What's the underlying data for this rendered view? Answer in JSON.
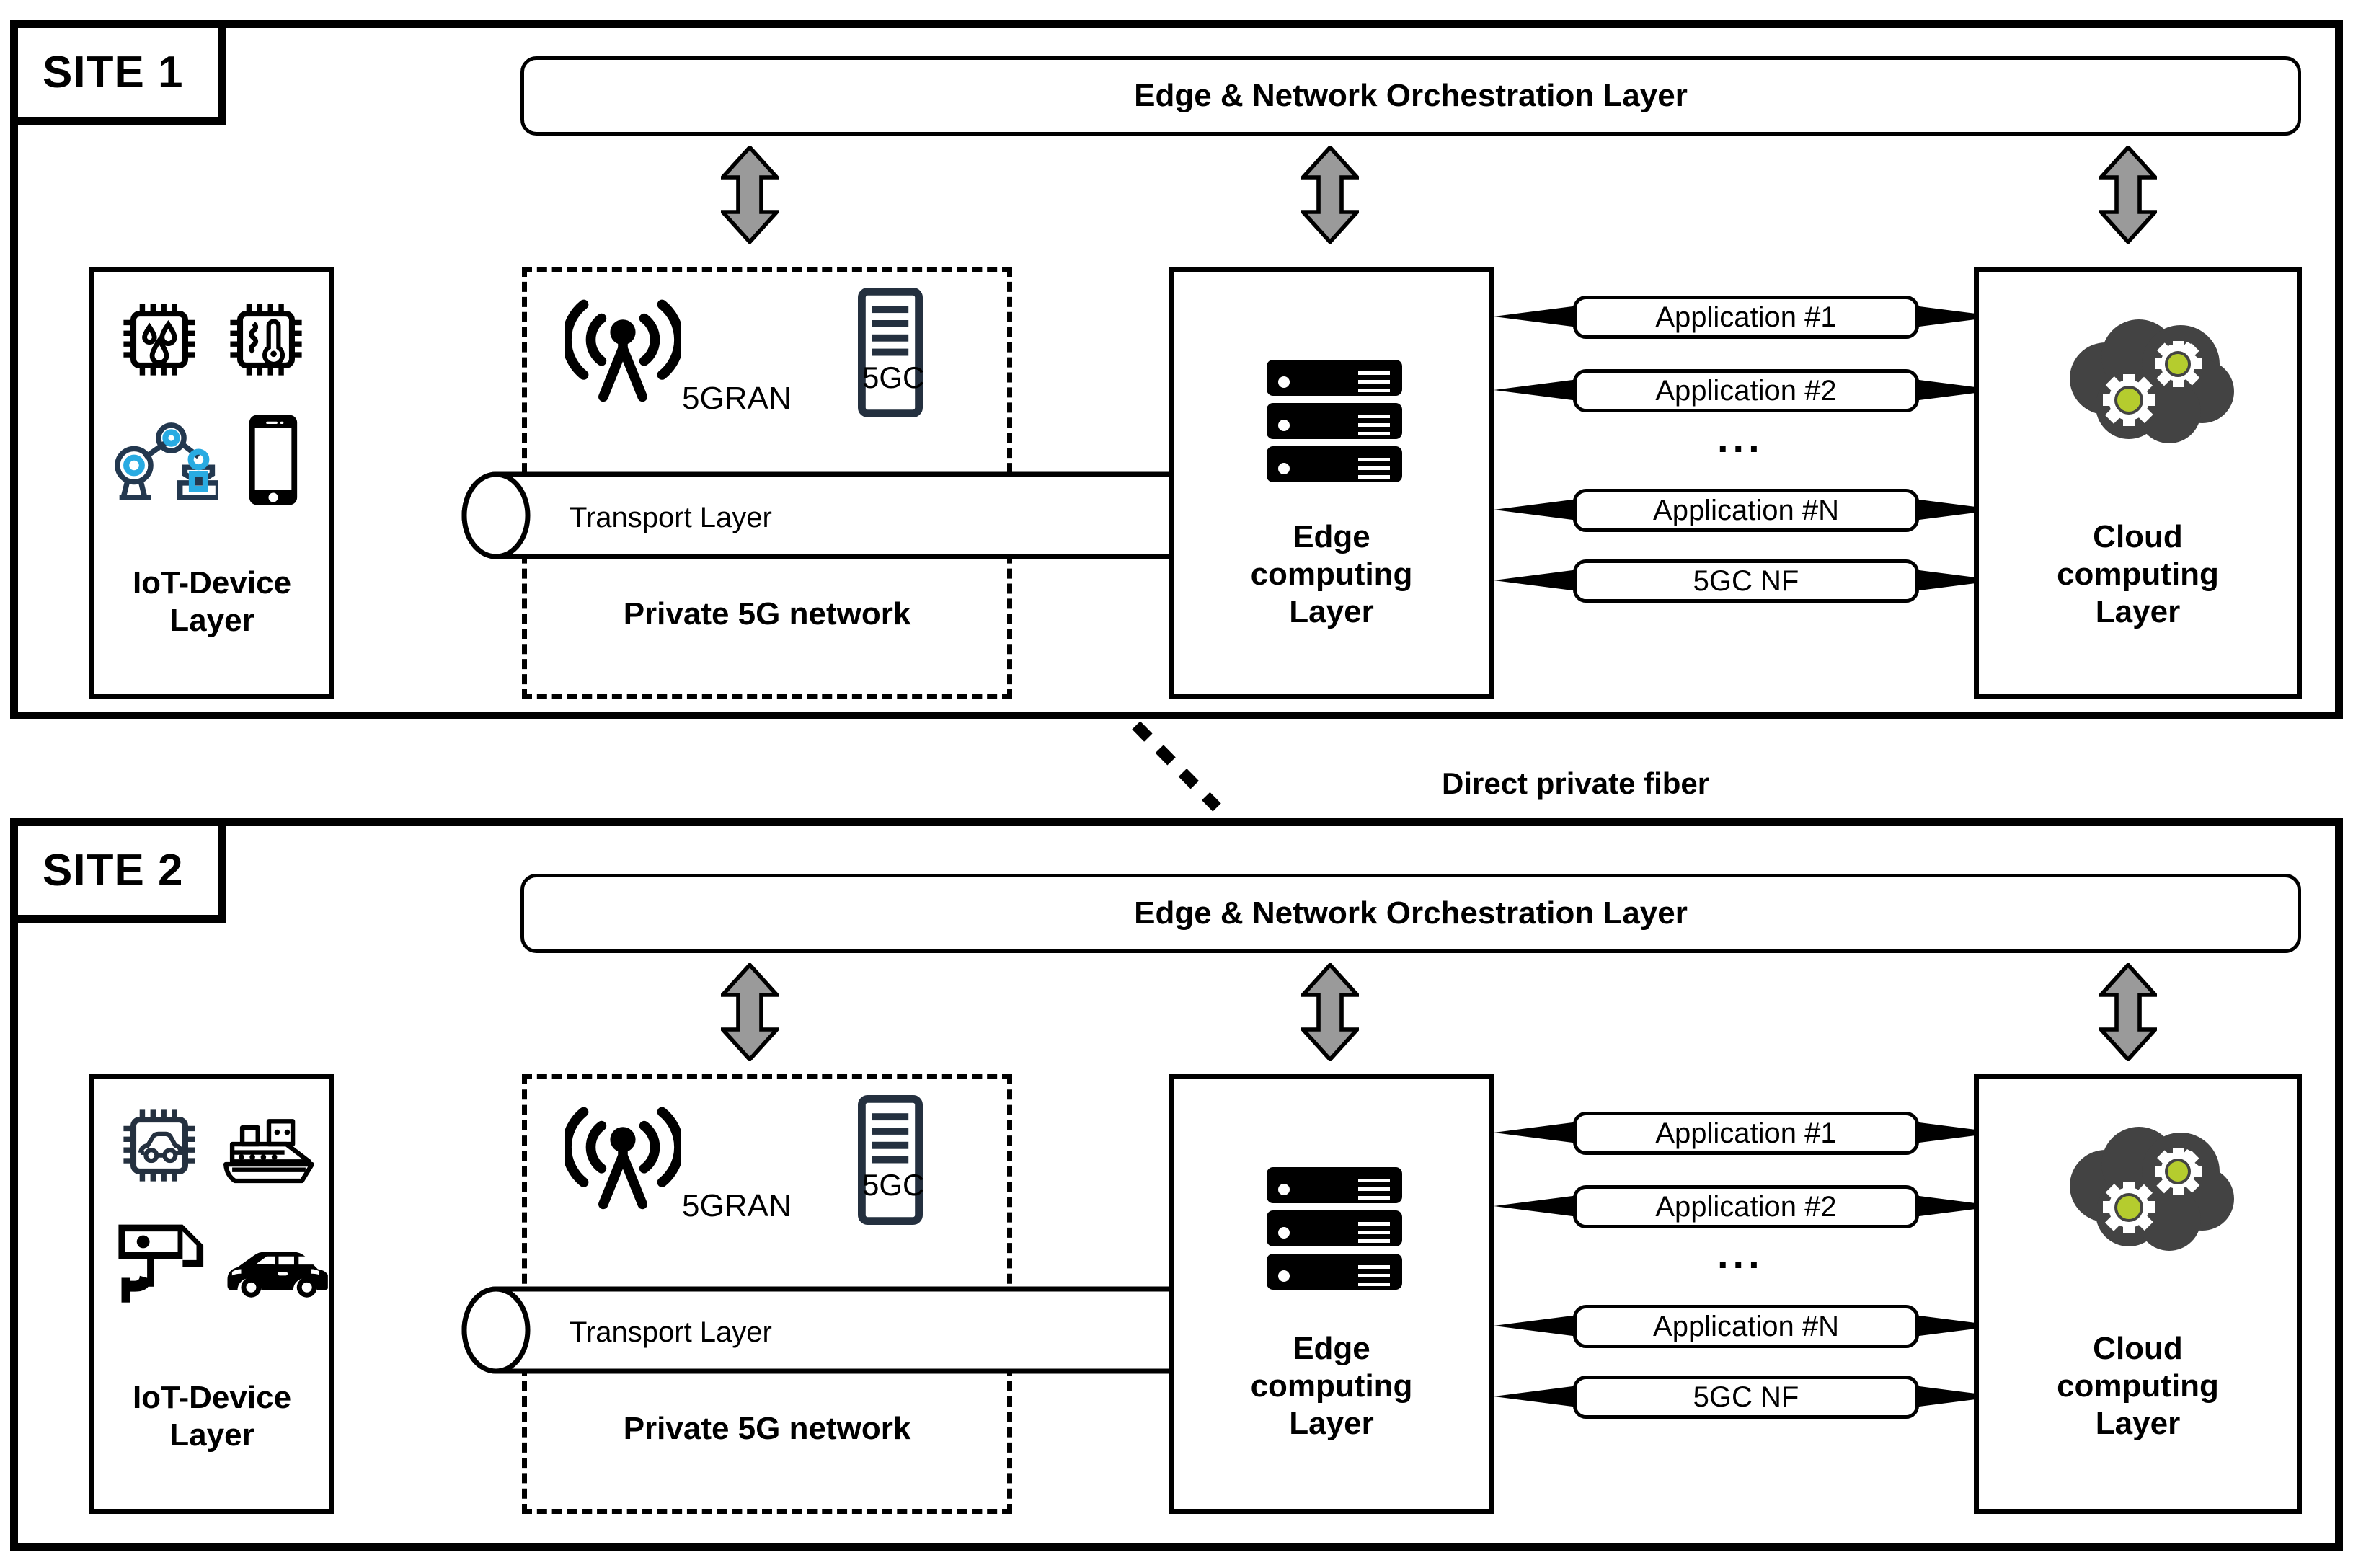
{
  "colors": {
    "stroke": "#000000",
    "arrow_gray": "#9a9a9a",
    "navy": "#24303f",
    "blue_accent": "#29abe2",
    "cloud_gray": "#434343",
    "gear_green": "#b5cc2e",
    "background": "#ffffff"
  },
  "fiber": {
    "label": "Direct private fiber",
    "icon": "diagonal-dashed-line"
  },
  "sites": [
    {
      "tag": "SITE 1",
      "orchestration": {
        "label": "Edge & Network Orchestration Layer"
      },
      "iot": {
        "title_line1": "IoT-Device",
        "title_line2": "Layer",
        "icons": [
          "humidity-sensor-chip-icon",
          "temperature-sensor-chip-icon",
          "robot-arm-icon",
          "smartphone-icon"
        ]
      },
      "private5g": {
        "label": "Private 5G network",
        "ran_label": "5GRAN",
        "ran_icon": "antenna-tower-icon",
        "core_label": "5GC",
        "core_icon": "server-tower-icon",
        "transport_label": "Transport Layer"
      },
      "edge": {
        "title_line1": "Edge",
        "title_line2": "computing",
        "title_line3": "Layer",
        "icon": "server-rack-icon"
      },
      "cloud": {
        "title_line1": "Cloud",
        "title_line2": "computing",
        "title_line3": "Layer",
        "icon": "cloud-gears-icon"
      },
      "connections": [
        {
          "label": "Application #1"
        },
        {
          "label": "Application #2"
        },
        {
          "label": "..."
        },
        {
          "label": "Application #N"
        },
        {
          "label": "5GC NF"
        }
      ]
    },
    {
      "tag": "SITE 2",
      "orchestration": {
        "label": "Edge & Network Orchestration Layer"
      },
      "iot": {
        "title_line1": "IoT-Device",
        "title_line2": "Layer",
        "icons": [
          "vehicle-chip-icon",
          "ship-icon",
          "cctv-camera-icon",
          "car-icon"
        ]
      },
      "private5g": {
        "label": "Private 5G network",
        "ran_label": "5GRAN",
        "ran_icon": "antenna-tower-icon",
        "core_label": "5GC",
        "core_icon": "server-tower-icon",
        "transport_label": "Transport Layer"
      },
      "edge": {
        "title_line1": "Edge",
        "title_line2": "computing",
        "title_line3": "Layer",
        "icon": "server-rack-icon"
      },
      "cloud": {
        "title_line1": "Cloud",
        "title_line2": "computing",
        "title_line3": "Layer",
        "icon": "cloud-gears-icon"
      },
      "connections": [
        {
          "label": "Application #1"
        },
        {
          "label": "Application #2"
        },
        {
          "label": "..."
        },
        {
          "label": "Application #N"
        },
        {
          "label": "5GC NF"
        }
      ]
    }
  ]
}
